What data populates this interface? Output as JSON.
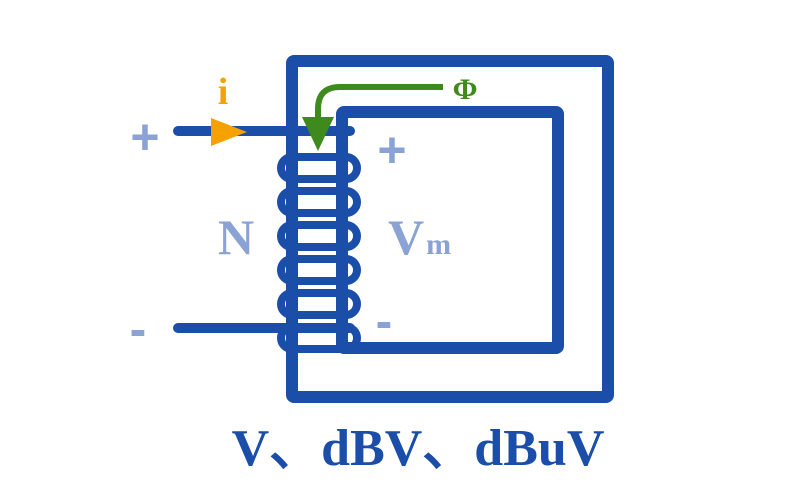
{
  "labels": {
    "current": "i",
    "flux": "Φ",
    "turns": "N",
    "voltage_main": "V",
    "voltage_sub": "m",
    "terminal_left_plus": "+",
    "terminal_left_minus": "-",
    "voltage_plus": "+",
    "voltage_minus": "-",
    "caption": "V、dBV、dBuV"
  },
  "colors": {
    "core": "#1a4ea8",
    "coil": "#1a4ea8",
    "faded": "#8aa2d4",
    "current": "#f5a100",
    "flux": "#3f8a1c"
  },
  "coil": {
    "turns": 6
  }
}
